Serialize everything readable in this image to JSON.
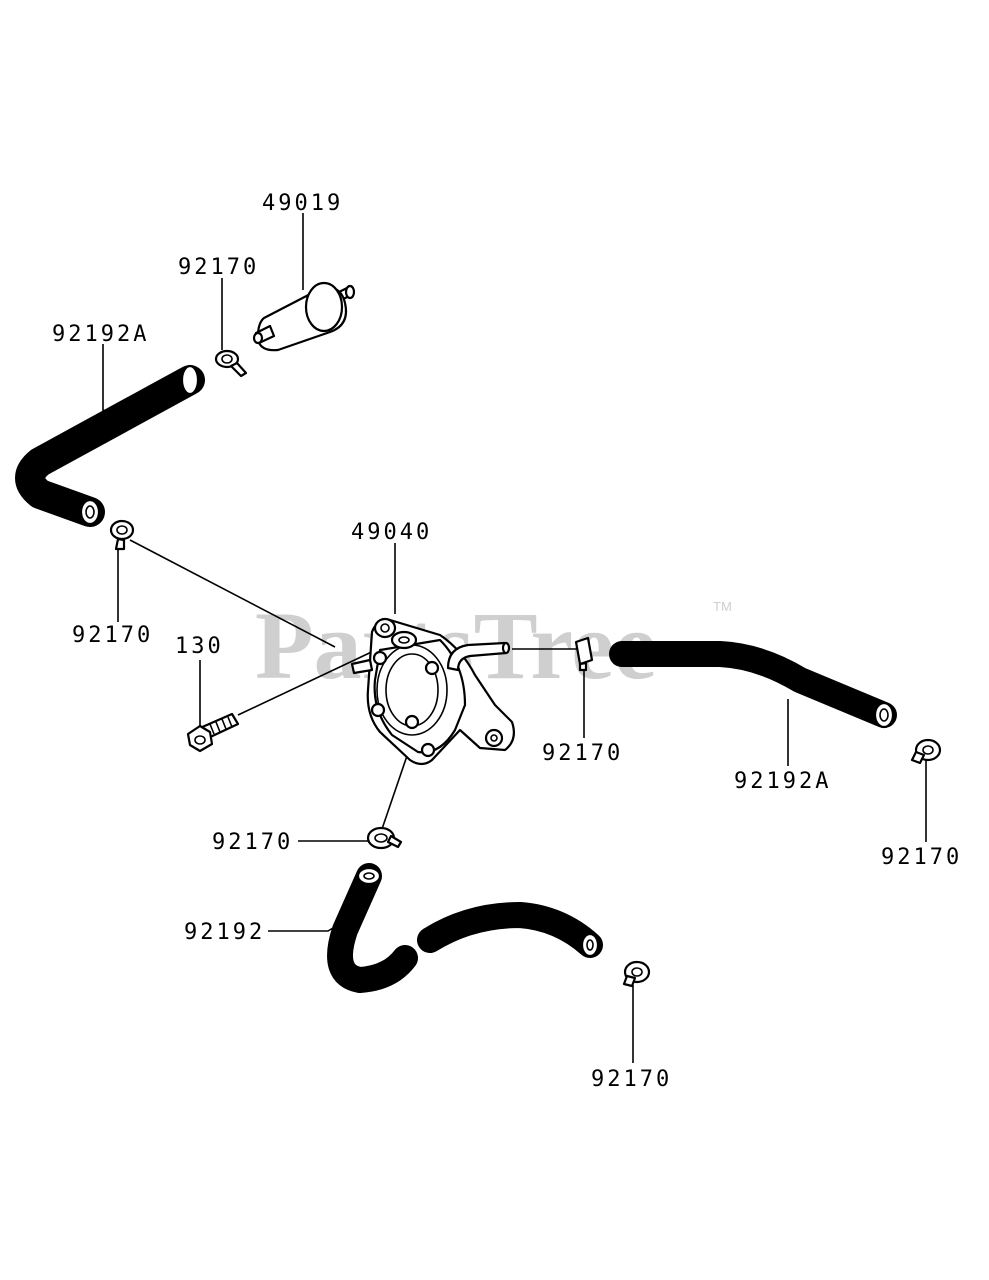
{
  "watermark": {
    "text": "PartsTree",
    "tm": "TM"
  },
  "labels": {
    "fuel_filter": "49019",
    "clamp_filter": "92170",
    "hose_upper_left": "92192A",
    "clamp_left": "92170",
    "fuel_pump": "49040",
    "bolt": "130",
    "clamp_pump_outlet": "92170",
    "hose_right": "92192A",
    "clamp_right": "92170",
    "clamp_lower": "92170",
    "hose_lower": "92192",
    "clamp_bottom": "92170"
  }
}
